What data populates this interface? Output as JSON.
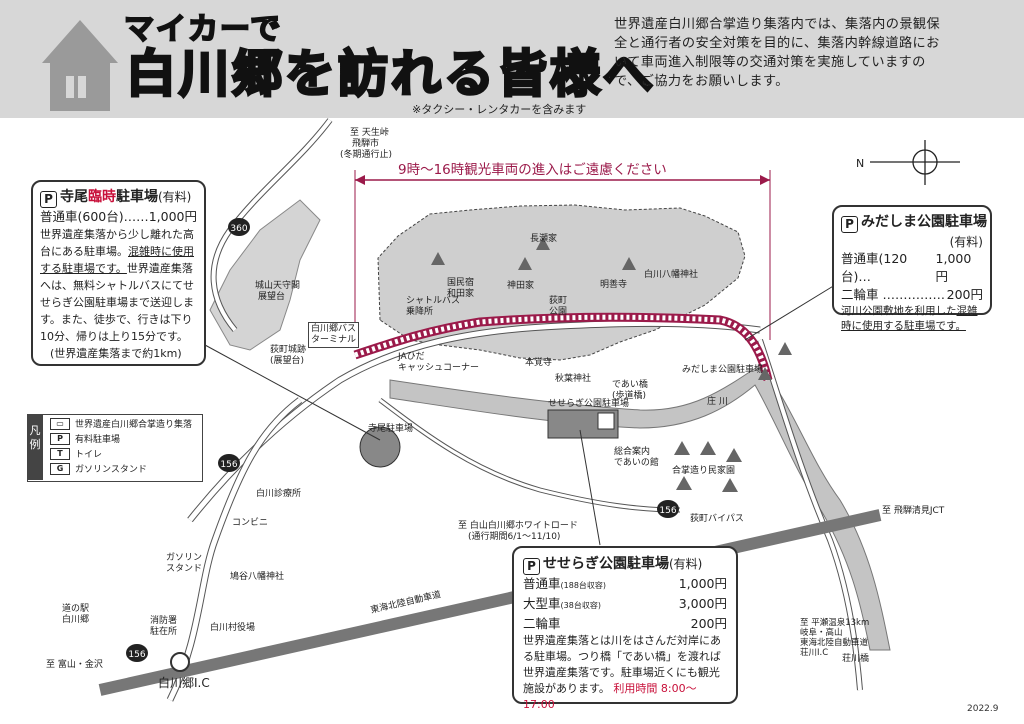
{
  "header": {
    "title_small": "マイカーで",
    "title_main": "白川郷を訪れる皆様へ",
    "note": "※タクシー・レンタカーを含みます",
    "notice": "世界遺産白川郷合掌造り集落内では、集落内の景観保全と通行者の安全対策を目的に、集落内幹線道路において車両進入制限等の交通対策を実施していますので、ご協力をお願いします。"
  },
  "restriction": {
    "text": "9時〜16時観光車両の進入はご遠慮ください",
    "color": "#9b1a4a"
  },
  "parking_terao": {
    "p_icon": "P",
    "name_pre": "寺尾",
    "name_temp": "臨時",
    "name_post": "駐車場",
    "fee_tag": "(有料)",
    "rows": [
      {
        "label": "普通車(600台)……",
        "price": "1,000円"
      }
    ],
    "desc_1": "世界遺産集落から少し離れた高台にある駐車場。",
    "desc_ul": "混雑時に使用する駐車場です。",
    "desc_2": "世界遺産集落へは、無料シャトルバスにてせせらぎ公園駐車場まで送迎します。また、徒歩で、行きは下り10分、帰りは上り15分です。",
    "distance": "(世界遺産集落まで約1km)"
  },
  "parking_midashima": {
    "p_icon": "P",
    "name": "みだしま公園駐車場",
    "fee_tag": "(有料)",
    "rows": [
      {
        "label": "普通車(120台)…",
        "price": "1,000円"
      },
      {
        "label": "二輪車 ……………",
        "price": "200円"
      }
    ],
    "desc_1": "河川公園敷地を利用した",
    "desc_ul": "混雑時に使用する駐車場です。"
  },
  "parking_seseragi": {
    "p_icon": "P",
    "name": "せせらぎ公園駐車場",
    "fee_tag": "(有料)",
    "rows": [
      {
        "label": "普通車",
        "cap": "(188台収容)",
        "price": "1,000円"
      },
      {
        "label": "大型車",
        "cap": "(38台収容)",
        "price": "3,000円"
      },
      {
        "label": "二輪車",
        "cap": "",
        "price": "200円"
      }
    ],
    "desc": "世界遺産集落とは川をはさんだ対岸にある駐車場。つり橋「であい橋」を渡れば世界遺産集落です。駐車場近くにも観光施設があります。",
    "hours_label": "利用時間",
    "hours": "8:00〜17:00"
  },
  "legend": {
    "side": "凡例",
    "items": [
      {
        "sym": "▭",
        "label": "世界遺産白川郷合掌造り集落"
      },
      {
        "sym": "P",
        "label": "有料駐車場"
      },
      {
        "sym": "T",
        "label": "トイレ"
      },
      {
        "sym": "G",
        "label": "ガソリンスタンド"
      }
    ]
  },
  "map_labels": {
    "tenshoutouge": "至 天生峠",
    "hidafuru": "飛騨市",
    "winter_closed": "(冬期通行止)",
    "route360": "360",
    "route156": "156",
    "shiroyama": "城山天守閣",
    "tenboudai": "展望台",
    "ogimachi_view": "荻町城跡",
    "ogimachi_view2": "(展望台)",
    "bus_terminal": "白川郷バス\nターミナル",
    "ja_corner": "JAひだ\nキャッシュコーナー",
    "shuttle": "シャトルバス\n乗降所",
    "kokumin": "国民宿\n和田家",
    "kanda": "神田家",
    "nagase": "長瀬家",
    "myozenji": "明善寺",
    "shirakawa_hachiman": "白川八幡神社",
    "ogi_park": "荻町\n公園",
    "honkaku": "本覚寺",
    "akiba": "秋葉神社",
    "deai": "であい橋\n(歩道橋)",
    "seseragi_p": "せせらぎ公園駐車場",
    "gasshou_minka": "合掌造り民家園",
    "deai_kan": "総合案内\nであいの館",
    "shogawa": "庄 川",
    "midashima_p": "みだしま公園駐車場",
    "terao_p": "寺尾駐車場",
    "ogimachi_bypass": "荻町バイパス",
    "white_road": "至 白山白川郷ホワイトロード",
    "white_road2": "(通行期間6/1〜11/10)",
    "tokai_hokuriku": "東海北陸自動車道",
    "hida_kiyomi": "至 飛騨清見JCT",
    "shirakawa_clinic": "白川診療所",
    "conbini": "コンビニ",
    "gas_stand": "ガソリン\nスタンド",
    "hatoya": "鳩谷八幡神社",
    "michi_no_eki": "道の駅\n白川郷",
    "fire_station": "消防署\n駐在所",
    "village_office": "白川村役場",
    "toyama": "至 富山・金沢",
    "shirakawa_ic": "白川郷I.C",
    "hirase": "至 平瀬温泉13km\n岐阜・高山\n東海北陸自動車道\n荘川I.C",
    "shogawa_bridge": "荘川橋",
    "year": "2022.9"
  },
  "colors": {
    "accent": "#c8103a",
    "road_band": "#9b1a4a",
    "header_bg": "#d7d7d7",
    "village_fill": "#cfcfcf",
    "highway": "#777777"
  },
  "icons": {
    "house": "house-icon",
    "compass": "compass-icon",
    "parking": "parking-icon",
    "toilet": "toilet-icon",
    "gas": "gas-station-icon",
    "gassho": "gassho-house-icon"
  }
}
